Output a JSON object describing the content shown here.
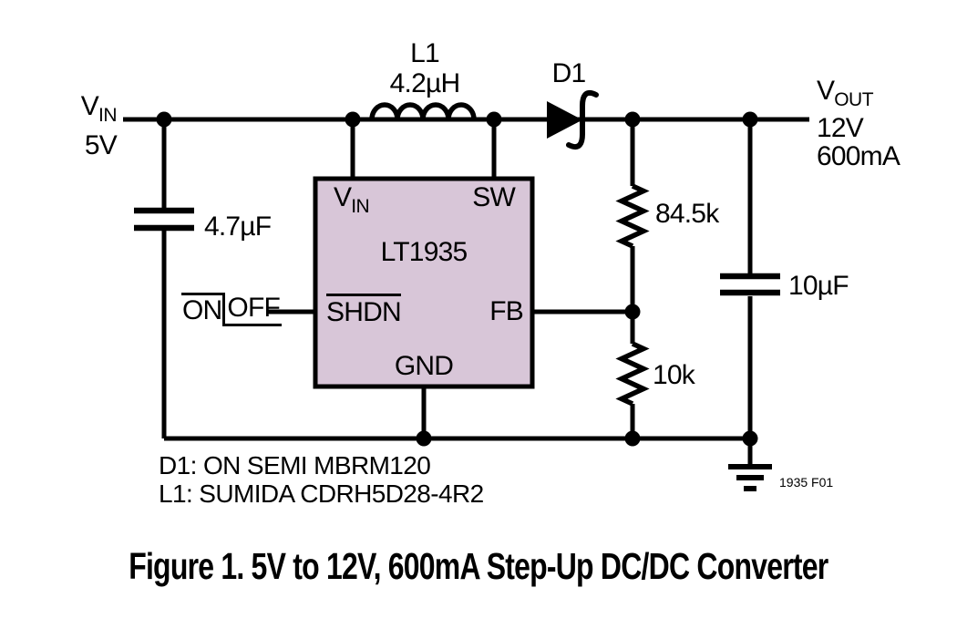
{
  "schematic": {
    "colors": {
      "ic_fill": "#d8c6d8",
      "stroke": "#000000"
    },
    "input": {
      "sym": "V",
      "sub": "IN",
      "voltage": "5V"
    },
    "inductor": {
      "ref": "L1",
      "value": "4.2µH"
    },
    "diode": {
      "ref": "D1"
    },
    "output": {
      "sym": "V",
      "sub": "OUT",
      "voltage": "12V",
      "current": "600mA"
    },
    "cap_in": {
      "value": "4.7µF"
    },
    "cap_out": {
      "value": "10µF"
    },
    "res_top": {
      "value": "84.5k"
    },
    "res_bottom": {
      "value": "10k"
    },
    "shutdown": {
      "on": "ON",
      "off": "OFF"
    },
    "ic": {
      "part": "LT1935",
      "pin_vin_sym": "V",
      "pin_vin_sub": "IN",
      "pin_sw": "SW",
      "pin_shdn": "SHDN",
      "pin_fb": "FB",
      "pin_gnd": "GND"
    },
    "fig_code": "1935 F01",
    "notes": [
      "D1: ON SEMI MBRM120",
      "L1: SUMIDA CDRH5D28-4R2"
    ]
  },
  "caption": "Figure 1. 5V to 12V, 600mA Step-Up DC/DC Converter"
}
